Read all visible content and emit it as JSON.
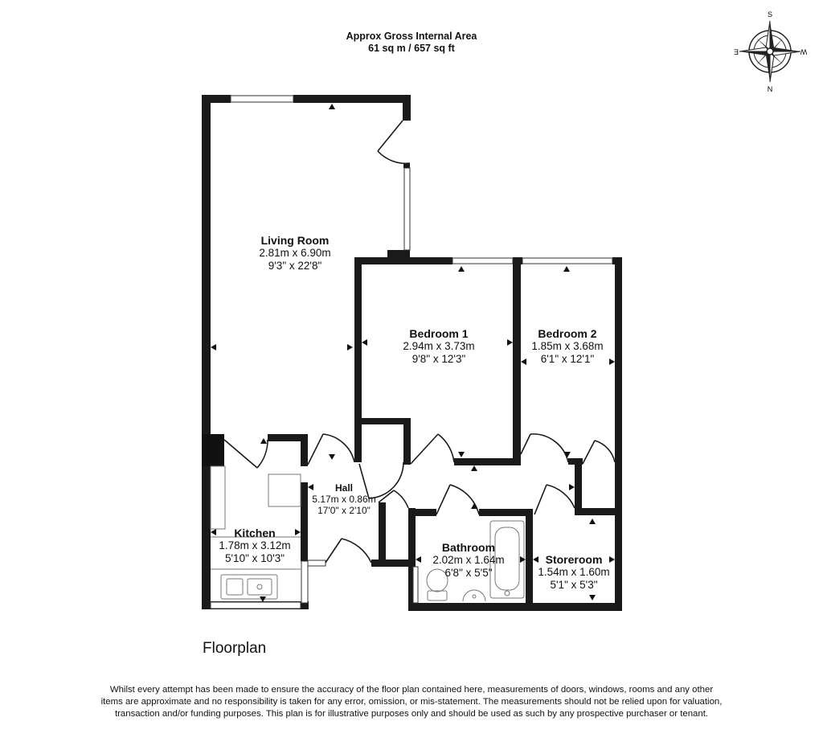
{
  "header": {
    "line1": "Approx Gross Internal Area",
    "line2": "61 sq m / 657 sq ft"
  },
  "compass": {
    "north": "N",
    "south": "S",
    "east": "E",
    "west": "W"
  },
  "rooms": {
    "living": {
      "name": "Living Room",
      "metric": "2.81m x 6.90m",
      "imperial": "9'3\" x 22'8\""
    },
    "bed1": {
      "name": "Bedroom 1",
      "metric": "2.94m x 3.73m",
      "imperial": "9'8\" x 12'3\""
    },
    "bed2": {
      "name": "Bedroom 2",
      "metric": "1.85m x 3.68m",
      "imperial": "6'1\" x 12'1\""
    },
    "hall": {
      "name": "Hall",
      "metric": "5.17m x 0.86m",
      "imperial": "17'0\" x 2'10\""
    },
    "kitchen": {
      "name": "Kitchen",
      "metric": "1.78m x 3.12m",
      "imperial": "5'10\" x 10'3\""
    },
    "bathroom": {
      "name": "Bathroom",
      "metric": "2.02m x 1.64m",
      "imperial": "6'8\" x 5'5\""
    },
    "storeroom": {
      "name": "Storeroom",
      "metric": "1.54m x 1.60m",
      "imperial": "5'1\" x 5'3\""
    }
  },
  "caption": "Floorplan",
  "disclaimer": "Whilst every attempt has been made to ensure the accuracy of the floor plan contained here, measurements of doors, windows, rooms and any other items are approximate and no responsibility is taken for any error, omission, or mis-statement. The measurements should not be relied upon for valuation, transaction and/or funding purposes. This plan is for illustrative purposes only and should be used as such by any prospective purchaser or tenant."
}
